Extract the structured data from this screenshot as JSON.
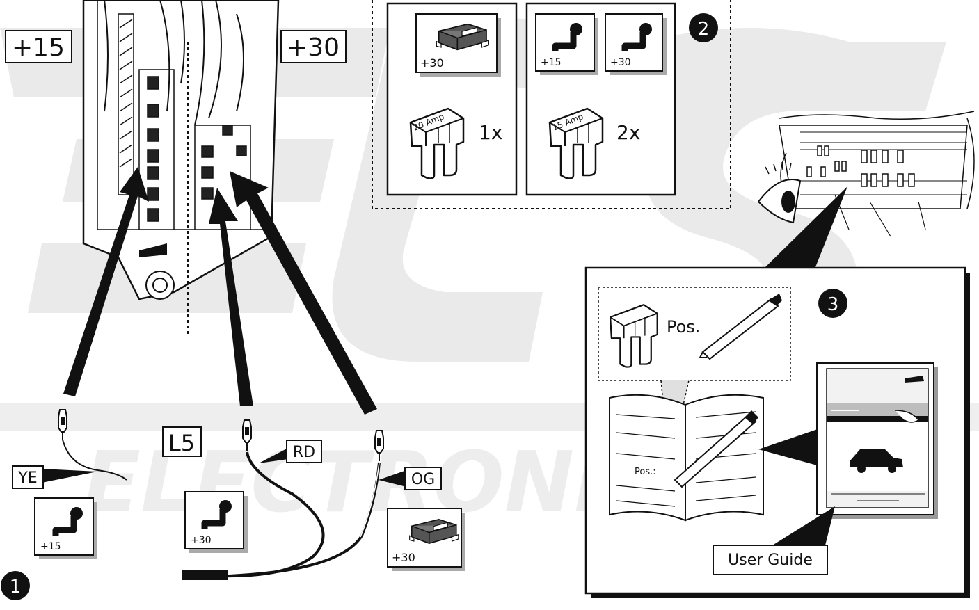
{
  "watermark": {
    "brand_initials": "ECS",
    "brand_word": "ELECTRONICS",
    "color": "#e6e6e6"
  },
  "labels": {
    "terminal_15": "+15",
    "terminal_30": "+30",
    "connector": "L5",
    "wire_yellow": "YE",
    "wire_red": "RD",
    "wire_orange": "OG",
    "user_guide": "User Guide",
    "position": "Pos.",
    "position_small": "Pos.:"
  },
  "steps": [
    {
      "number": "1"
    },
    {
      "number": "2"
    },
    {
      "number": "3"
    }
  ],
  "parts": {
    "relay_module_terminal": "+30",
    "fuse_adapter_a_terminal": "+15",
    "fuse_adapter_b_terminal": "+30",
    "fuse_20_rating": "20 Amp",
    "fuse_20_qty": "1x",
    "fuse_15_rating": "15 Amp",
    "fuse_15_qty": "2x",
    "wire_tag_ye_terminal": "+15",
    "wire_tag_rd_terminal": "+30",
    "wire_tag_og_terminal": "+30"
  },
  "icons": [
    "fuse-box-icon",
    "fuse-icon",
    "relay-module-icon",
    "fuse-adapter-icon",
    "pen-icon",
    "eye-icon",
    "car-icon",
    "wire-connector-icon",
    "manual-icon"
  ],
  "colors": {
    "line": "#111111",
    "background": "#ffffff",
    "watermark": "#e6e6e6"
  }
}
